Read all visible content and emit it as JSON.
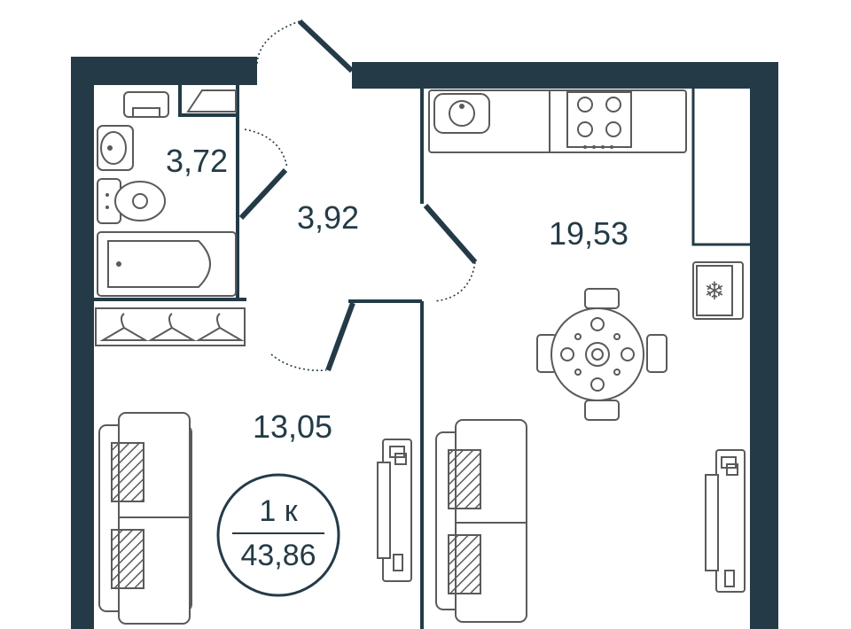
{
  "rooms": {
    "bathroom_area": "3,72",
    "hall_area": "3,92",
    "kitchen_living_area": "19,53",
    "bedroom_area": "13,05"
  },
  "summary": {
    "rooms_count": "1 к",
    "total_area": "43,86"
  },
  "colors": {
    "wall": "#243b47",
    "furniture_stroke": "#5a5a5a"
  },
  "icons": [
    "washbasin-icon",
    "toilet-icon",
    "bathtub-icon",
    "washing-machine-icon",
    "boiler-icon",
    "clothes-hanger-icon",
    "kitchen-sink-icon",
    "cooktop-icon",
    "fridge-icon",
    "dining-table-icon",
    "sofa-icon",
    "tv-stand-icon"
  ]
}
